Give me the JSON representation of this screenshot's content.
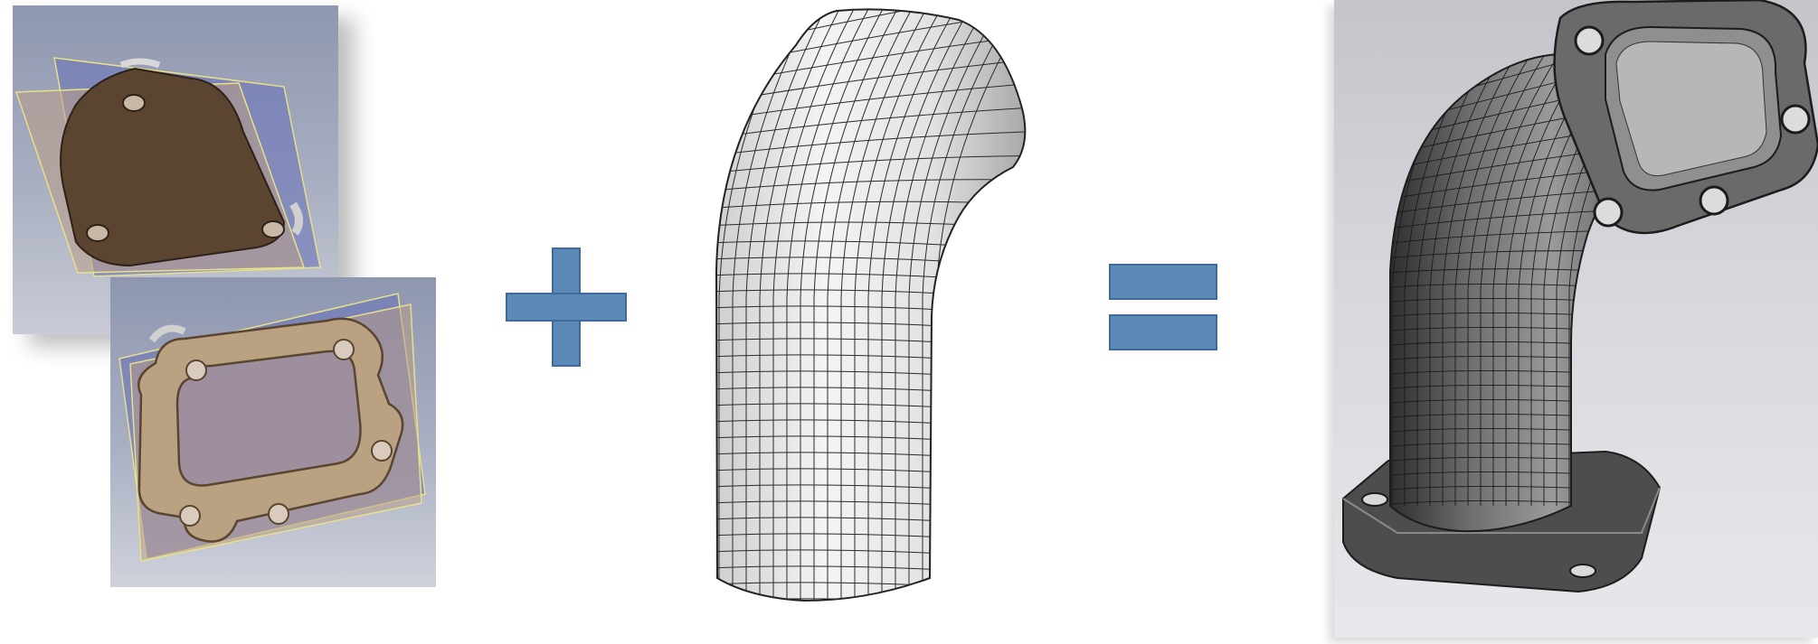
{
  "figure": {
    "left_inputs": [
      "flange-profile-a",
      "flange-profile-b"
    ],
    "middle_input": "curved-duct-mesh",
    "result": "manifold-pipe-assembly",
    "operators": [
      "plus-sign",
      "equals-sign"
    ]
  },
  "colors": {
    "operator_fill": "#5b89b8",
    "operator_stroke": "#3e6b99",
    "flange_a_fill": "#5b4430",
    "flange_b_fill": "#b9a181",
    "plane_blue": "#6f78b8",
    "plane_tan": "#b99c86",
    "mesh_line": "#2a2a2a"
  }
}
